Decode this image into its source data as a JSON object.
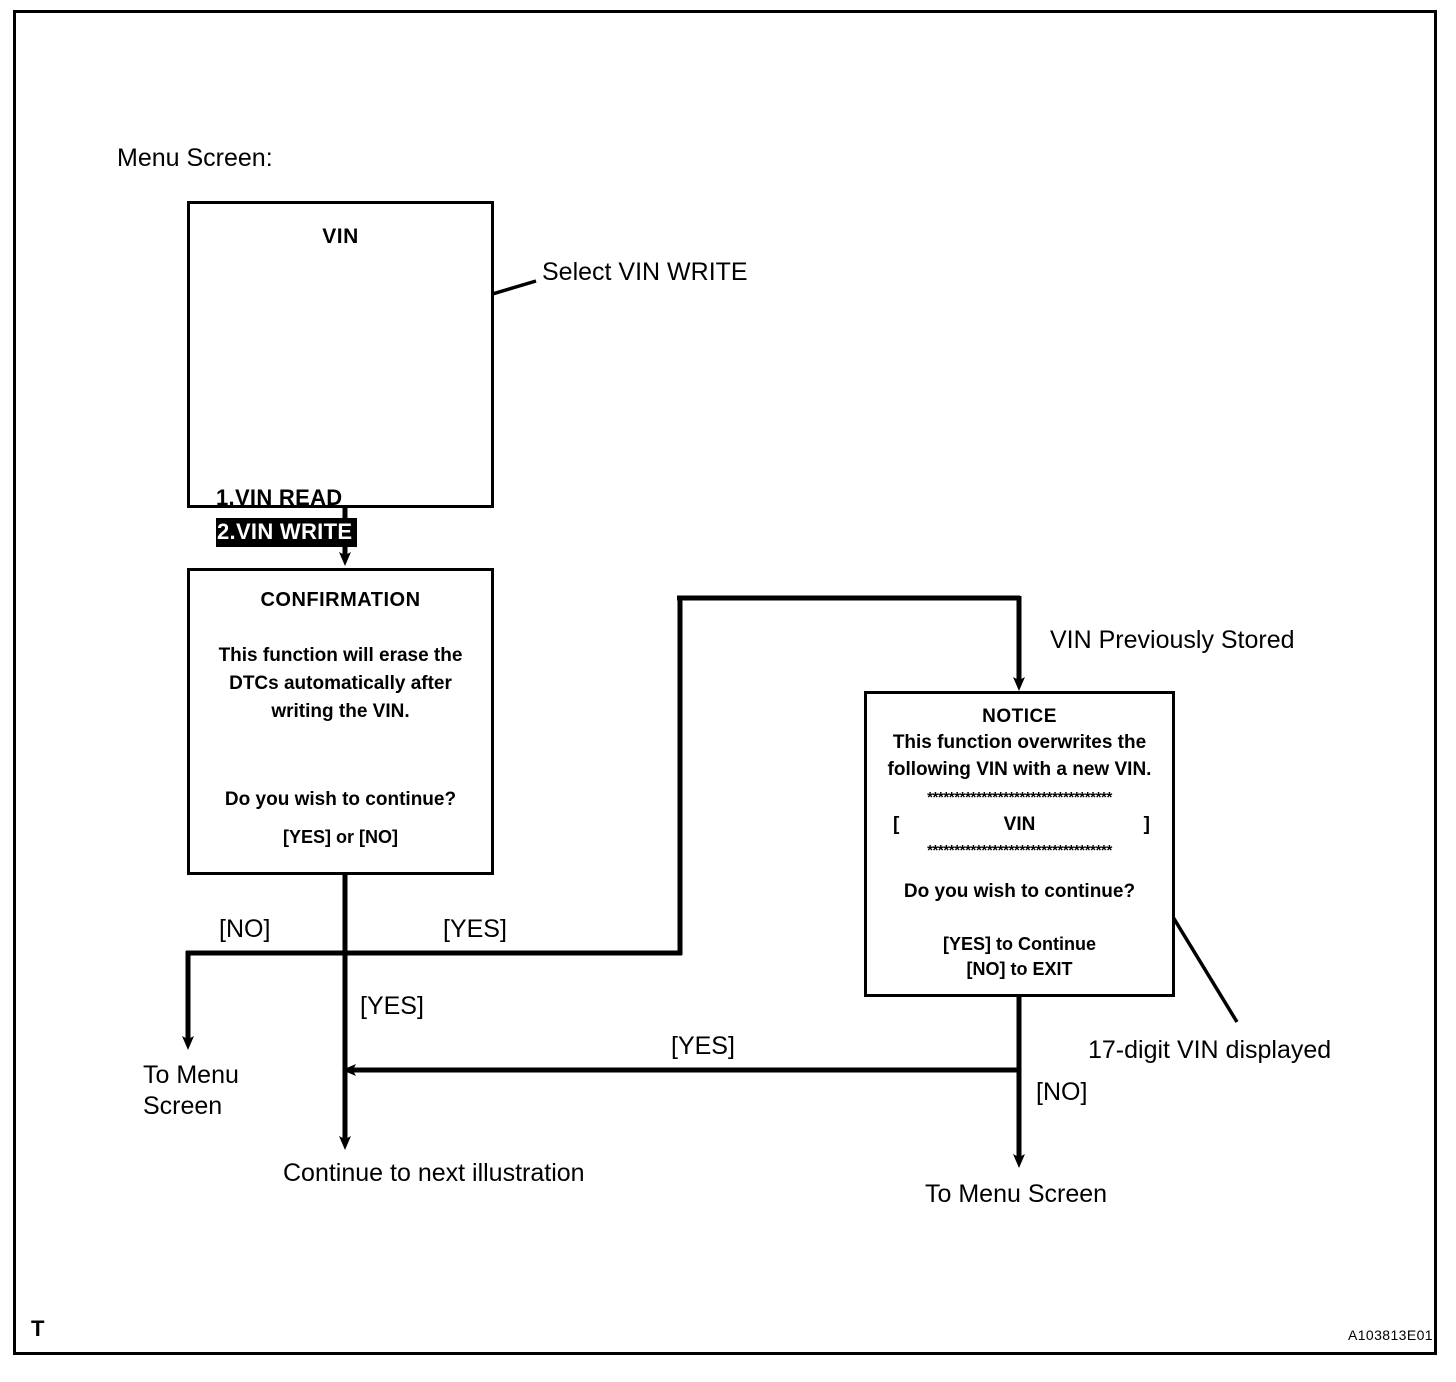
{
  "figure": {
    "caption_top_left": "Menu Screen:",
    "corner_marker": "T",
    "figure_code": "A103813E01"
  },
  "screens": {
    "vin_menu": {
      "title": "VIN",
      "items": [
        {
          "label": "1.VIN READ",
          "selected": false
        },
        {
          "label": "2.VIN WRITE",
          "selected": true
        }
      ]
    },
    "confirmation": {
      "title": "CONFIRMATION",
      "body_lines": [
        "This function will erase the",
        "DTCs automatically after",
        "writing the VIN."
      ],
      "question": "Do you wish to continue?",
      "options": "[YES] or [NO]"
    },
    "notice": {
      "title": "NOTICE",
      "body_lines": [
        "This function overwrites the",
        "following VIN with a new VIN."
      ],
      "separator": "**********************************",
      "vin_left_bracket": "[",
      "vin_placeholder": "VIN",
      "vin_right_bracket": "]",
      "question": "Do you wish to continue?",
      "options": [
        "[YES] to Continue",
        "[NO] to EXIT"
      ]
    }
  },
  "annotations": {
    "select_vin_write": "Select VIN WRITE",
    "vin_previously_stored": "VIN Previously Stored",
    "seventeen_digit_vin": "17-digit VIN displayed"
  },
  "flow": {
    "labels": {
      "no_left": "[NO]",
      "yes_top": "[YES]",
      "yes_down": "[YES]",
      "yes_right": "[YES]",
      "no_right": "[NO]"
    },
    "terminals": {
      "to_menu_screen_left_line1": "To Menu",
      "to_menu_screen_left_line2": "Screen",
      "continue_next": "Continue to next illustration",
      "to_menu_screen_right": "To Menu Screen"
    }
  },
  "colors": {
    "ink": "#000000",
    "paper": "#ffffff",
    "highlight_bg": "#000000",
    "highlight_fg": "#ffffff"
  }
}
